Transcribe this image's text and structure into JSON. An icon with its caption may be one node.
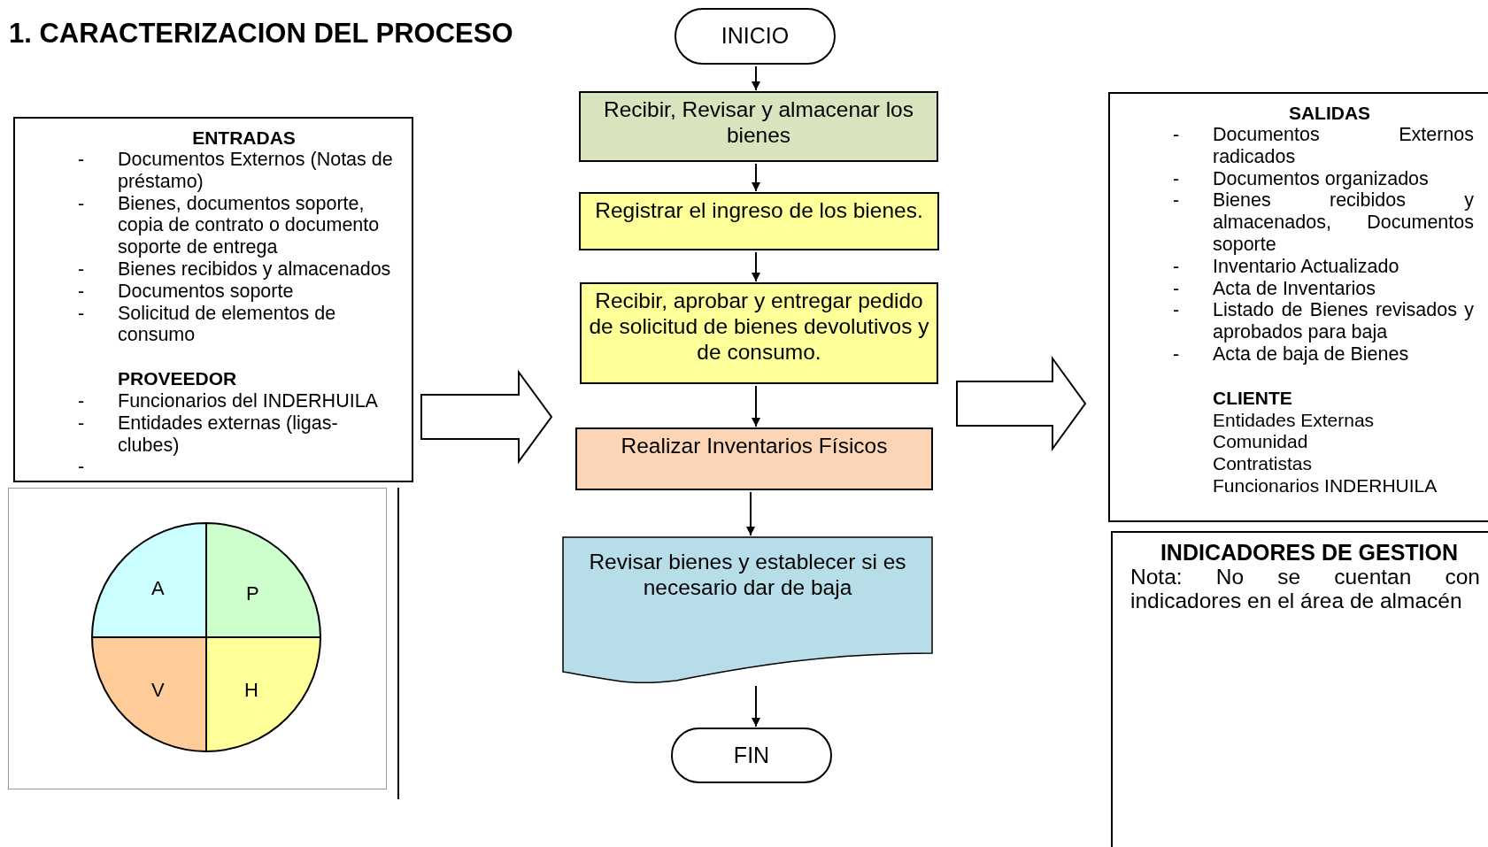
{
  "diagram": {
    "title": "1. CARACTERIZACION DEL PROCESO",
    "nodes": [
      {
        "text": [
          "ENTRADAS",
          "-",
          "Documentos Externos (Notas de préstamo)",
          "-",
          "Bienes, documentos soporte, copia de contrato o documento soporte de entrega",
          "-",
          "Bienes recibidos y almacenados",
          "-",
          "Documentos soporte",
          "-",
          "Solicitud de elementos de consumo",
          "PROVEEDOR",
          "-",
          "Funcionarios del INDERHUILA",
          "-",
          "Entidades externas (ligas-clubes)",
          "-"
        ]
      },
      {
        "text": [],
        "shape": "box"
      },
      {
        "text": [
          "A"
        ],
        "in": 1
      },
      {
        "text": [
          "P"
        ],
        "in": 1
      },
      {
        "text": [
          "V"
        ],
        "in": 1
      },
      {
        "text": [
          "H"
        ],
        "in": 1
      },
      {
        "text": [
          "INICIO"
        ]
      },
      {
        "text": [
          "Recibir, Revisar y almacenar los bienes"
        ]
      },
      {
        "text": [
          "Registrar el ingreso de los bienes."
        ]
      },
      {
        "text": [
          "Recibir, aprobar y entregar pedido de solicitud de bienes devolutivos y de consumo."
        ]
      },
      {
        "text": [
          "Realizar Inventarios Físicos"
        ]
      },
      {
        "text": [
          "Revisar bienes y establecer si es necesario dar de baja"
        ]
      },
      {
        "text": [
          "FIN"
        ]
      },
      {
        "text": [
          "SALIDAS",
          "-",
          "Documentos Externos radicados",
          "-",
          "Documentos organizados",
          "-",
          "Bienes recibidos y almacenados, Documentos soporte",
          "-",
          "Inventario Actualizado",
          "-",
          "Acta de Inventarios",
          "-",
          "Listado de Bienes revisados y aprobados para baja",
          "-",
          "Acta de baja de Bienes",
          "CLIENTE",
          "Entidades Externas",
          "Comunidad",
          "Contratistas",
          "Funcionarios INDERHUILA"
        ]
      },
      {
        "text": [
          "INDICADORES DE GESTION",
          "Nota: No se cuentan con indicadores en el área de almacén"
        ]
      }
    ],
    "edges": [
      {
        "from": 6,
        "to": 7,
        "arrow": "to"
      },
      {
        "from": 7,
        "to": 8,
        "arrow": "to"
      },
      {
        "from": 8,
        "to": 9,
        "arrow": "to"
      },
      {
        "from": 9,
        "to": 10,
        "arrow": "to"
      },
      {
        "from": 10,
        "to": 11,
        "arrow": "to"
      },
      {
        "from": 11,
        "to": 12,
        "arrow": "to"
      },
      {
        "from": 0,
        "to": null,
        "arrow": "to",
        "style": "thick"
      },
      {
        "from": null,
        "to": 13,
        "arrow": "to",
        "style": "thick"
      }
    ]
  }
}
